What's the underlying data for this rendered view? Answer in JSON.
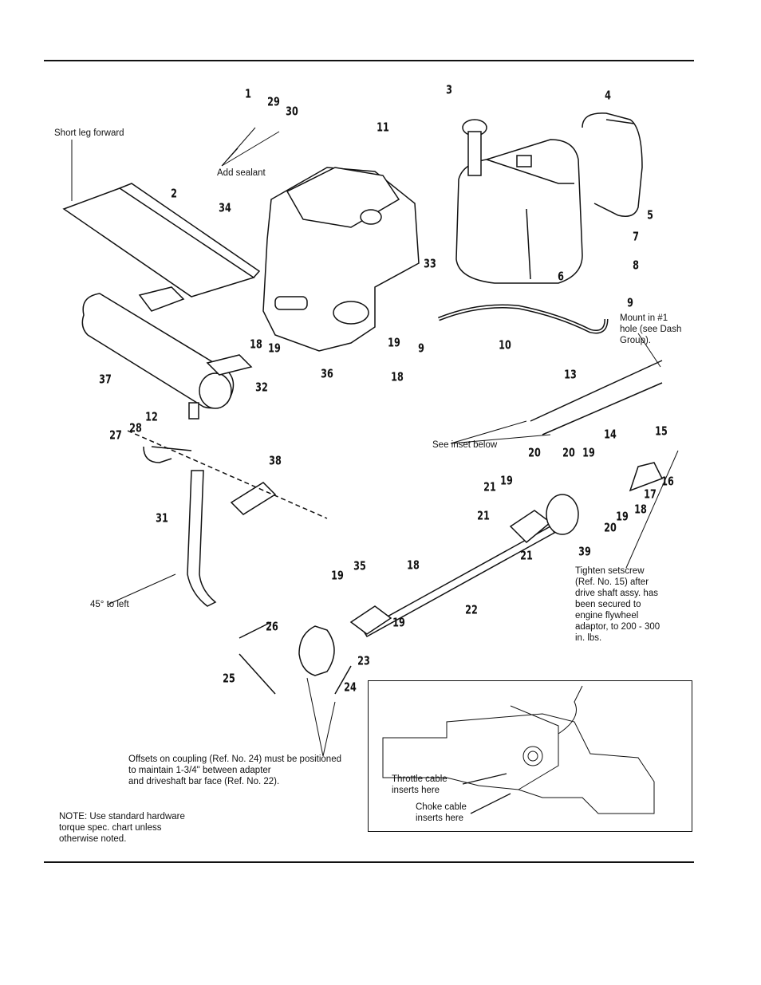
{
  "callouts": [
    "1",
    "29",
    "30",
    "11",
    "3",
    "4",
    "2",
    "34",
    "5",
    "7",
    "8",
    "33",
    "6",
    "9",
    "9",
    "10",
    "18",
    "19",
    "19",
    "37",
    "32",
    "36",
    "18",
    "13",
    "12",
    "27",
    "28",
    "14",
    "15",
    "38",
    "20",
    "20",
    "19",
    "16",
    "17",
    "21",
    "19",
    "18",
    "31",
    "21",
    "19",
    "20",
    "39",
    "21",
    "35",
    "18",
    "19",
    "22",
    "19",
    "26",
    "23",
    "25",
    "24"
  ],
  "notes": {
    "short_leg": "Short  leg forward",
    "add_sealant": "Add sealant",
    "mount": "Mount in #1\nhole (see Dash\nGroup).",
    "see_inset": "See inset below",
    "angle": "45° to left",
    "setscrew": "Tighten setscrew\n(Ref. No. 15) after\ndrive shaft assy. has\nbeen secured to\nengine flywheel\nadaptor, to 200 - 300\nin. lbs.",
    "offsets": "Offsets on coupling (Ref. No. 24) must be positioned\nto maintain 1-3/4\" between adapter\nand driveshaft bar face (Ref. No. 22).",
    "torque": "NOTE: Use standard hardware\ntorque spec. chart unless\notherwise noted.",
    "throttle": "Throttle cable\ninserts here",
    "choke": "Choke cable\ninserts here"
  }
}
